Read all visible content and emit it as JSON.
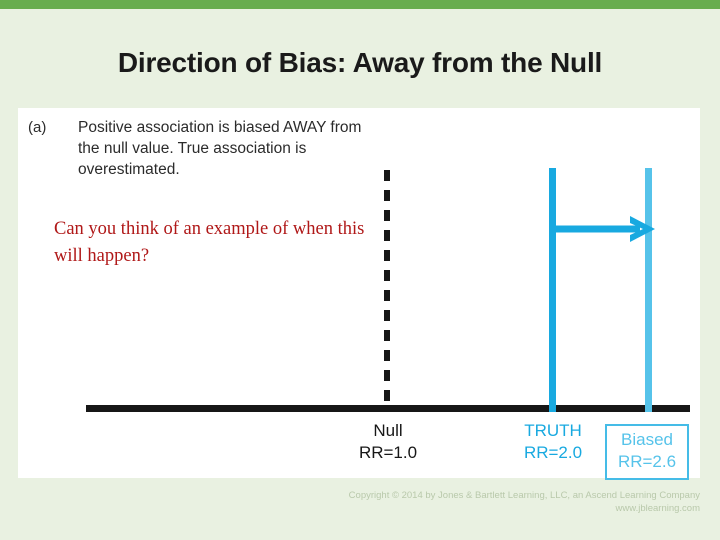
{
  "theme": {
    "accent_green": "#68ad4f",
    "background": "#e9f1e1",
    "panel": "#ffffff",
    "truth_cyan": "#18a9e0",
    "biased_cyan": "#56c3ea",
    "question_red": "#b01818",
    "axis_black": "#171717"
  },
  "slide": {
    "title": "Direction of Bias: Away from the Null"
  },
  "figure": {
    "panel_letter": "(a)",
    "caption": "Positive association is biased AWAY from the null value. True association is overestimated.",
    "question": "Can you think of an example of when this will happen?",
    "arrow_label": "bias-arrow-right"
  },
  "chart_data": {
    "type": "line",
    "title": "Direction of Bias: Away from the Null",
    "xlabel": "",
    "ylabel": "",
    "orientation": "horizontal-number-line",
    "grid": false,
    "legend": "none",
    "annotations": [
      {
        "name": "null",
        "label_line1": "Null",
        "label_line2": "RR=1.0",
        "value": 1.0,
        "marker": "dashed-vertical-line",
        "color": "#171717"
      },
      {
        "name": "truth",
        "label_line1": "TRUTH",
        "label_line2": "RR=2.0",
        "value": 2.0,
        "marker": "solid-vertical-line",
        "color": "#18a9e0"
      },
      {
        "name": "biased",
        "label_line1": "Biased",
        "label_line2": "RR=2.6",
        "value": 2.6,
        "marker": "solid-vertical-line",
        "color": "#56c3ea",
        "boxed": true
      }
    ],
    "arrow": {
      "from": 2.0,
      "to": 2.6,
      "direction": "right",
      "meaning": "bias away from the null",
      "color": "#18a9e0"
    }
  },
  "footer": {
    "copyright_line1": "Copyright © 2014 by Jones & Bartlett Learning, LLC, an Ascend Learning Company",
    "copyright_line2": "www.jblearning.com"
  }
}
